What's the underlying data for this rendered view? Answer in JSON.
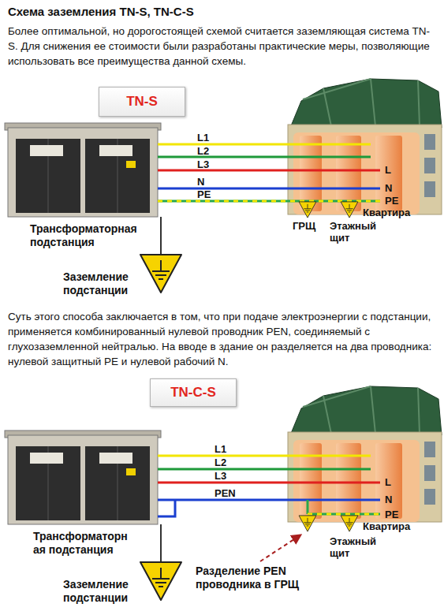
{
  "diagram": {
    "title": "Схема заземления TN-S, TN-C-S",
    "nodes": [
      {
        "text": [
          "TN-S"
        ]
      },
      {
        "text": [
          "TN-C-S"
        ]
      }
    ],
    "labels": [
      "Более оптимальной, но дорогостоящей схемой считается заземляющая система TN-S. Для снижения ее стоимости были разработаны практические меры, позволяющие использовать все преимущества данной схемы.",
      "L1",
      "L2",
      "L3",
      "N",
      "PE",
      "L",
      "N",
      "PE",
      "ГРЩ",
      "Квартира",
      "Трансформаторная подстанция",
      "Этажный щит",
      "Заземление подстанции",
      "Суть этого способа заключается в том, что при подаче электроэнергии с подстанции, применяется комбинированный нулевой проводник PEN, соединяемый с глухозаземленной нейтралью. На вводе в здание он разделяется на два проводника: нулевой защитный PE и нулевой рабочий N.",
      "L1",
      "L2",
      "L3",
      "PEN",
      "L",
      "N",
      "PE",
      "Квартира",
      "Трансформаторн ая подстанция",
      "Этажный щит",
      "Заземление подстанции",
      "Разделение PEN проводника в ГРЩ"
    ]
  }
}
